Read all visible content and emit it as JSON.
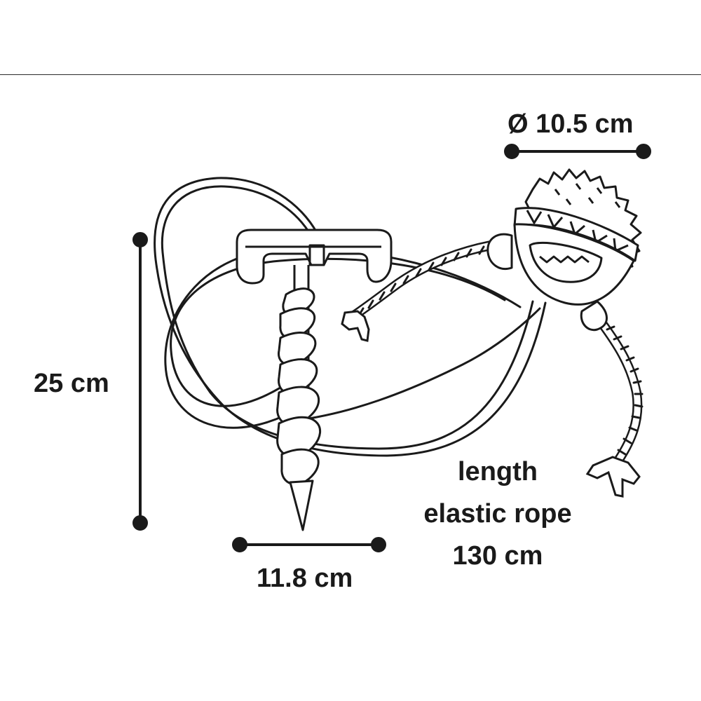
{
  "dimensions": {
    "height_label": "25 cm",
    "width_label": "11.8 cm",
    "diameter_label": "Ø 10.5 cm",
    "rope_length": {
      "line1": "length",
      "line2": "elastic rope",
      "line3": "130 cm"
    }
  },
  "colors": {
    "ink": "#1a1a1a",
    "background": "#ffffff"
  },
  "illustration": {
    "parts": [
      "ground-anchor-spike",
      "elastic-rope",
      "spiky-ball-toy",
      "knotted-cotton-rope"
    ]
  }
}
